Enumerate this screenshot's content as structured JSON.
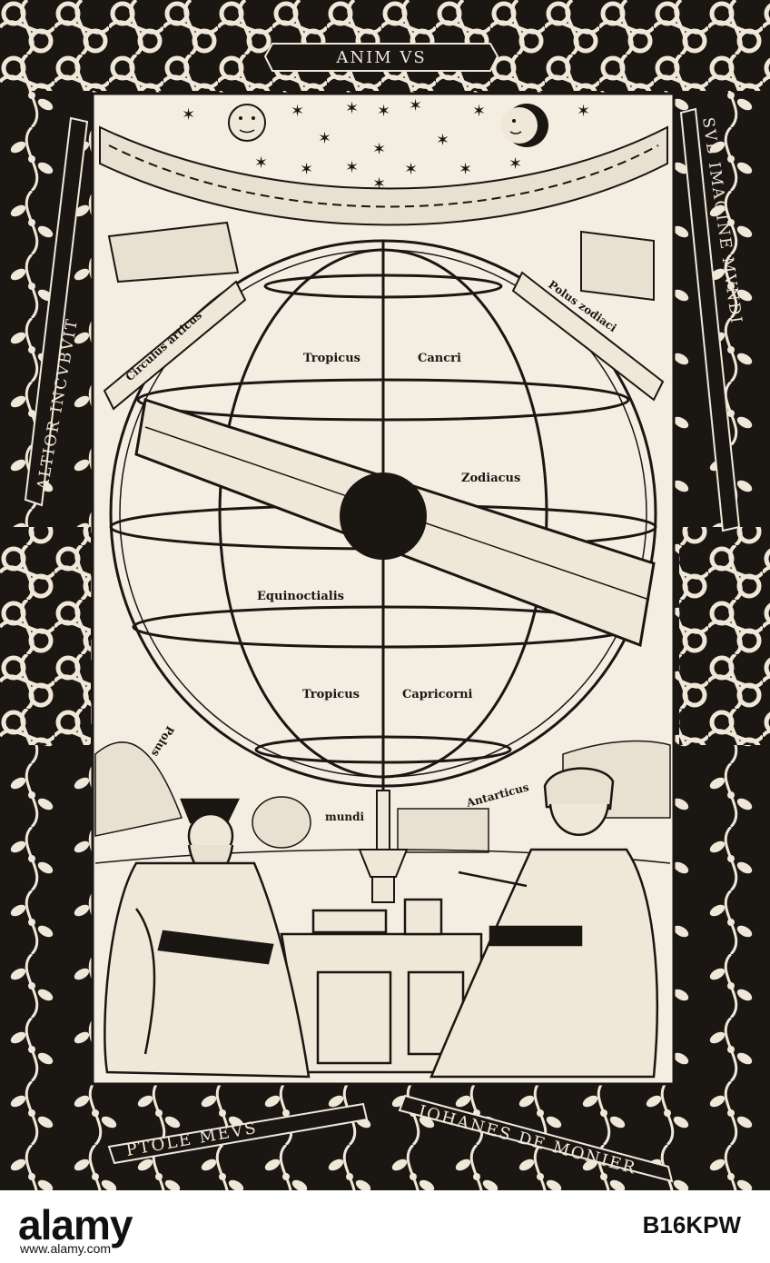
{
  "engraving": {
    "banner_top": "ANIM VS",
    "banner_left": "ALTIOR INCVBVIT",
    "banner_right": "SVB IMAGINE MVNDI",
    "banner_bottom_left": "PTOLE MEVS",
    "banner_bottom_right": "IOHANES DE MONIER",
    "labels": {
      "circulus_articus": "Circulus articus",
      "polus_zodiaci": "Polus zodiaci",
      "tropicus_top": "Tropicus",
      "cancri": "Cancri",
      "zodiacus": "Zodiacus",
      "equinoctialis": "Equinoctialis",
      "tropicus_bottom": "Tropicus",
      "capricorni": "Capricorni",
      "polus_left": "Polus",
      "mundi": "mundi",
      "antarticus": "Antarticus"
    },
    "colors": {
      "ink": "#1a1612",
      "paper": "#f3ede2"
    }
  },
  "stock": {
    "logo": "alamy",
    "image_id": "B16KPW",
    "url": "www.alamy.com"
  }
}
